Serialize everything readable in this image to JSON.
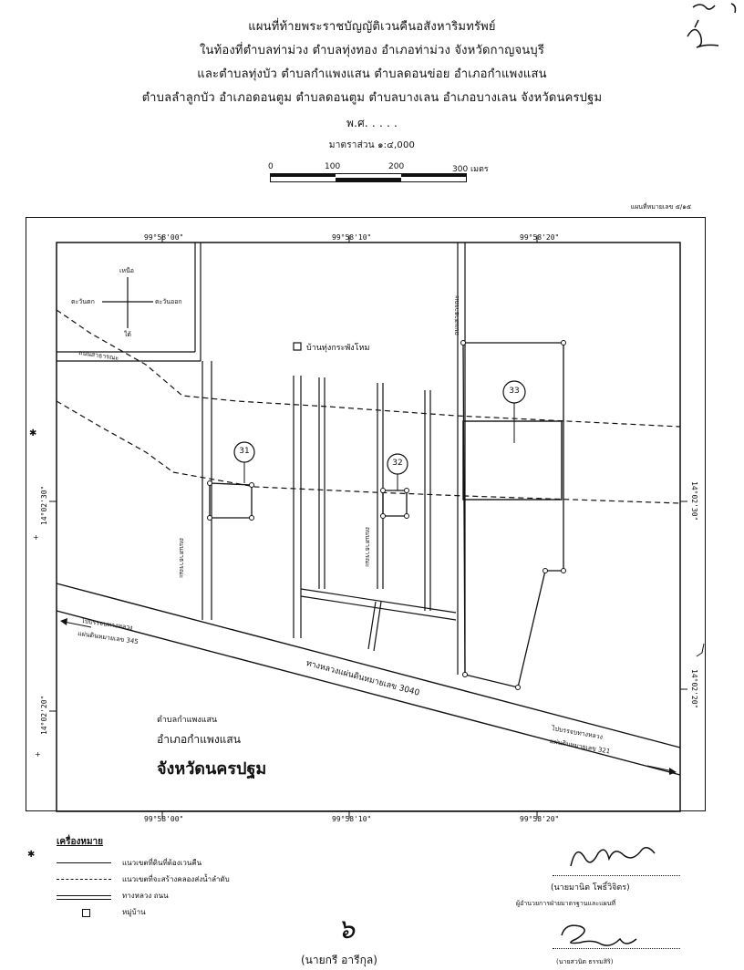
{
  "header": {
    "line1": "แผนที่ท้ายพระราชบัญญัติเวนคืนอสังหาริมทรัพย์",
    "line2": "ในท้องที่ตำบลท่าม่วง ตำบลทุ่งทอง อำเภอท่าม่วง จังหวัดกาญจนบุรี",
    "line3": "และตำบลทุ่งบัว ตำบลกำแพงแสน ตำบลดอนข่อย อำเภอกำแพงแสน",
    "line4": "ตำบลลำลูกบัว อำเภอดอนตูม ตำบลดอนตูม ตำบลบางเลน อำเภอบางเลน จังหวัดนครปฐม",
    "year": "พ.ศ. . . . .",
    "scale_text": "มาตราส่วน ๑:๔,000",
    "scale_ticks": [
      "0",
      "100",
      "200",
      "300 เมตร"
    ],
    "sheet_number": "แผนที่หมายเลข ๕/๑๕"
  },
  "map": {
    "top_coords": [
      "99°58'00\"",
      "99°58'10\"",
      "99°58'20\""
    ],
    "bottom_coords": [
      "99°58'00\"",
      "99°58'10\"",
      "99°58'20\""
    ],
    "left_coords": [
      "14°02'30\"",
      "14°02'20\""
    ],
    "right_coords": [
      "14°02'30\"",
      "14°02'20\""
    ],
    "compass": {
      "north": "เหนือ",
      "south": "ใต้",
      "west": "ตะวันตก",
      "east": "ตะวันออก"
    },
    "village_label": "บ้านทุ่งกระพังโหม",
    "road_label_top_left": "ถนนสาธารณะ",
    "road_label_v1": "ถนนสาธารณะ",
    "road_label_v2": "ถนนสาธารณะ",
    "road_label_v3": "ถนนสาธารณะ",
    "parcels": [
      "31",
      "32",
      "33"
    ],
    "highway_label": "ทางหลวงแผ่นดินหมายเลข 3040",
    "left_arrow_label_1": "ไปบรรจบทางหลวง",
    "left_arrow_label_2": "แผ่นดินหมายเลข 345",
    "right_arrow_label_1": "ไปบรรจบทางหลวง",
    "right_arrow_label_2": "แผ่นดินหมายเลข 321",
    "district_1": "ตำบลกำแพงแสน",
    "district_2": "อำเภอกำแพงแสน",
    "district_3": "จังหวัดนครปฐม"
  },
  "legend": {
    "title": "เครื่องหมาย",
    "items": [
      {
        "label": "แนวเขตที่ดินที่ต้องเวนคืน"
      },
      {
        "label": "แนวเขตที่จะสร้างคลองส่งน้ำลำดับ"
      },
      {
        "label": "ทางหลวง ถนน"
      },
      {
        "label": "หมู่บ้าน"
      }
    ]
  },
  "signatures": {
    "sig1_name": "(นายมานิต โพธิ์วิจิตร)",
    "sig1_title": "ผู้อำนวยการฝ่ายมาตรฐานและแผนที่",
    "sig2_name": "(นายสวนิต ธรรมสิริ)",
    "bottom_name": "(นายกรี อารีกุล)",
    "page_mark": "๖"
  },
  "colors": {
    "ink": "#111111",
    "paper": "#ffffff"
  }
}
